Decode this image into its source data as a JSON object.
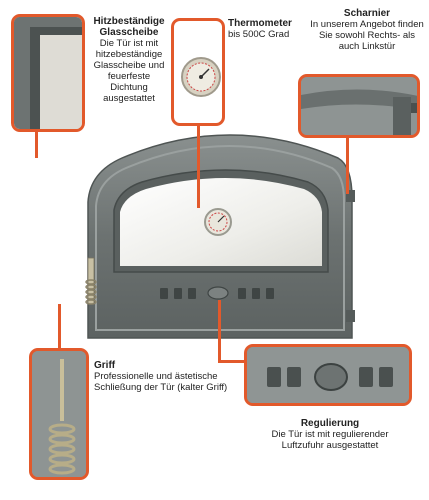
{
  "features": {
    "glass": {
      "title": "Hitzbeständige Glasscheibe",
      "text": "Die Tür ist mit hitzebeständige Glasscheibe und feuerfeste Dichtung ausgestattet"
    },
    "thermometer": {
      "title": "Thermometer",
      "text": "bis 500C Grad"
    },
    "hinge": {
      "title": "Scharnier",
      "text": "In unserem Angebot finden Sie sowohl Rechts- als auch Linkstür"
    },
    "handle": {
      "title": "Griff",
      "text": "Professionelle und ästetische Schließung der Tür (kalter Griff)"
    },
    "regulation": {
      "title": "Regulierung",
      "text": "Die Tür ist mit regulierender Luftzufuhr ausgestattet"
    }
  },
  "colors": {
    "accent": "#e2592b",
    "cast_iron": "#6f7574",
    "glass": "#f2f2ee"
  }
}
